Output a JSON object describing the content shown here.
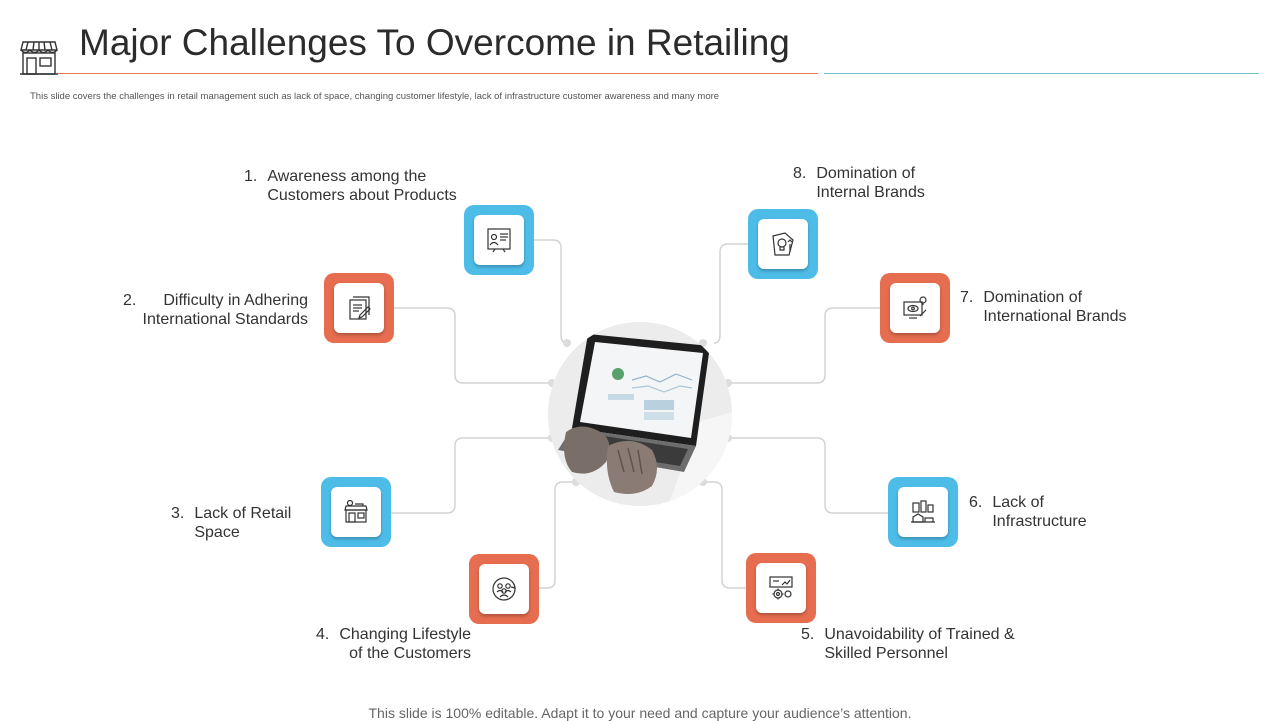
{
  "header": {
    "title": "Major Challenges To Overcome in Retailing",
    "subtitle": "This slide covers the challenges in retail management  such as lack of space, changing customer lifestyle, lack of infrastructure customer awareness and many more",
    "icon": "store-icon"
  },
  "colors": {
    "blue": "#4dbde8",
    "orange": "#e66d4f",
    "title_rule_left": "#e07a4f",
    "title_rule_right": "#6fc2cf",
    "connector": "#d3d3d3"
  },
  "center": {
    "icon": "laptop-photo"
  },
  "items": [
    {
      "number": "1.",
      "lines": [
        "Awareness among the",
        "Customers about Products"
      ],
      "color": "blue",
      "icon": "presentation-board-icon"
    },
    {
      "number": "2.",
      "lines": [
        "Difficulty in Adhering",
        "International Standards"
      ],
      "color": "orange",
      "icon": "documents-standards-icon"
    },
    {
      "number": "3.",
      "lines": [
        "Lack of Retail",
        "Space"
      ],
      "color": "blue",
      "icon": "retail-store-icon"
    },
    {
      "number": "4.",
      "lines": [
        "Changing Lifestyle",
        "of the Customers"
      ],
      "color": "orange",
      "icon": "customer-group-cycle-icon"
    },
    {
      "number": "5.",
      "lines": [
        "Unavoidability of Trained &",
        "Skilled Personnel"
      ],
      "color": "orange",
      "icon": "skilled-personnel-gear-icon"
    },
    {
      "number": "6.",
      "lines": [
        "Lack of",
        "Infrastructure"
      ],
      "color": "blue",
      "icon": "buildings-infrastructure-icon"
    },
    {
      "number": "7.",
      "lines": [
        "Domination of",
        "International Brands"
      ],
      "color": "orange",
      "icon": "brand-monitor-idea-icon"
    },
    {
      "number": "8.",
      "lines": [
        "Domination of",
        "Internal Brands"
      ],
      "color": "blue",
      "icon": "internal-brand-idea-icon"
    }
  ],
  "footer": "This slide is 100% editable. Adapt it to your need and capture your audience’s attention."
}
